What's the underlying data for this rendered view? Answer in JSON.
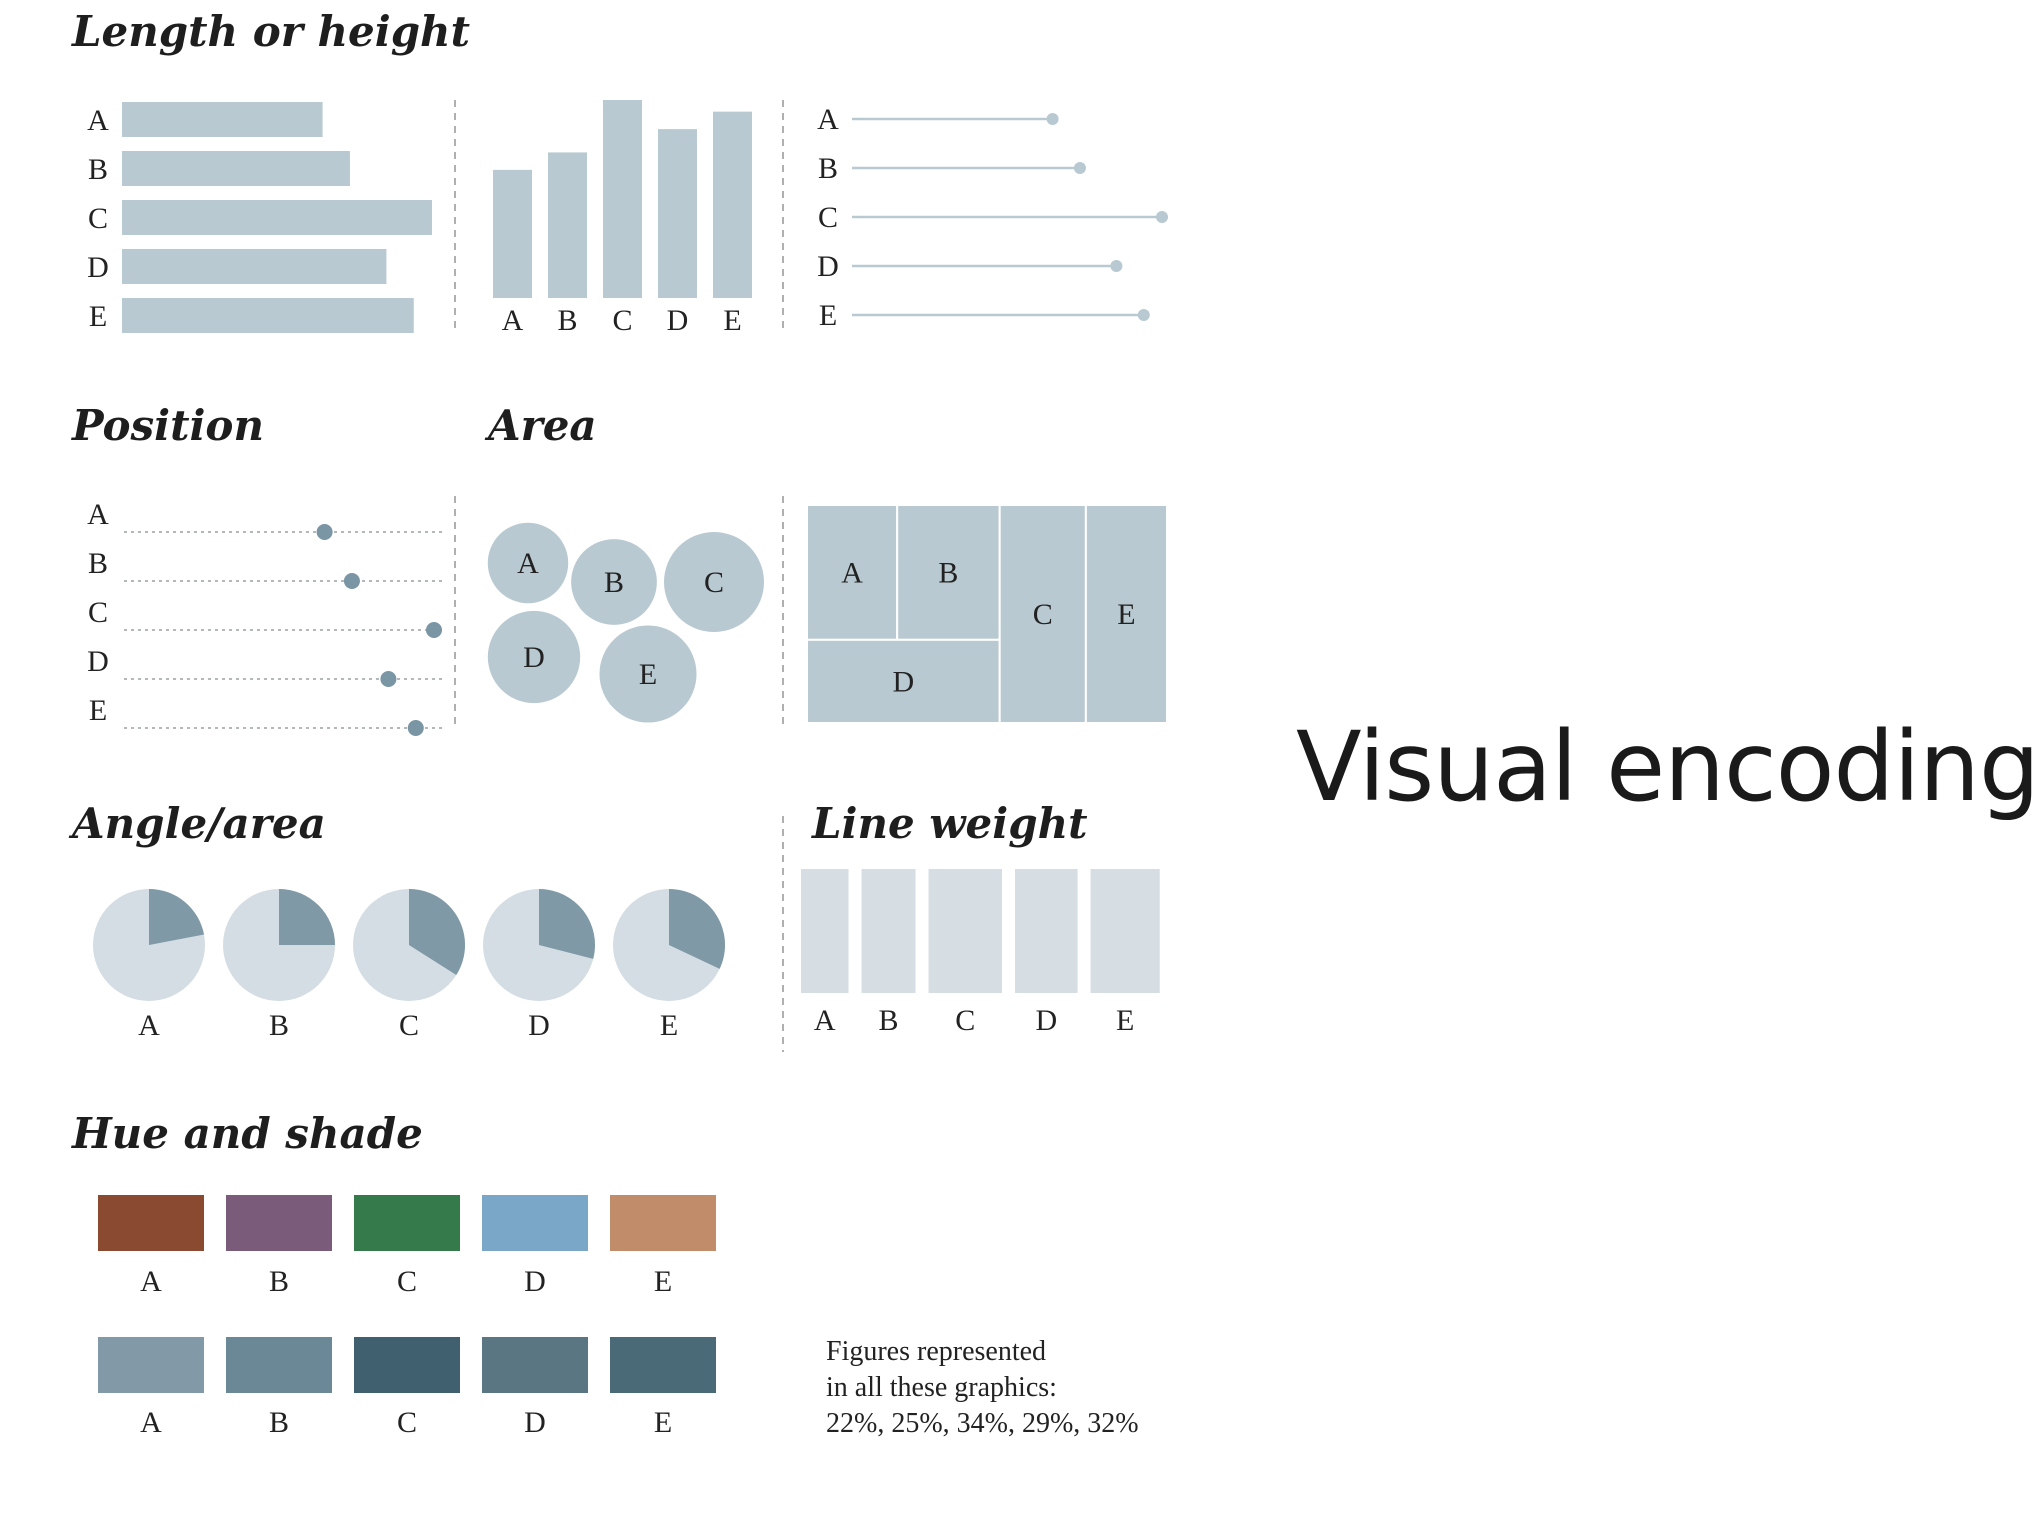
{
  "title": "Visual encoding",
  "headings": {
    "length": "Length or height",
    "position": "Position",
    "area": "Area",
    "angle": "Angle/area",
    "line_weight": "Line weight",
    "hue": "Hue and shade"
  },
  "note": {
    "line1": "Figures represented",
    "line2": "in all these graphics:",
    "line3": "22%, 25%, 34%, 29%, 32%"
  },
  "colors": {
    "mark": "#b9c9d1",
    "dot": "#7a95a4",
    "pie_light": "#d3dde3",
    "pie_dark": "#7f99a6",
    "weight_bar": "#d6dde3",
    "hue": [
      "#8a4a32",
      "#7b5b7a",
      "#357a4b",
      "#7aa6c8",
      "#c08c6a"
    ],
    "shade": [
      "#8299a7",
      "#6b8896",
      "#41606f",
      "#5a7683",
      "#4b6a78"
    ]
  },
  "chart_data": {
    "type": "bar",
    "categories": [
      "A",
      "B",
      "C",
      "D",
      "E"
    ],
    "values": [
      22,
      25,
      34,
      29,
      32
    ]
  }
}
